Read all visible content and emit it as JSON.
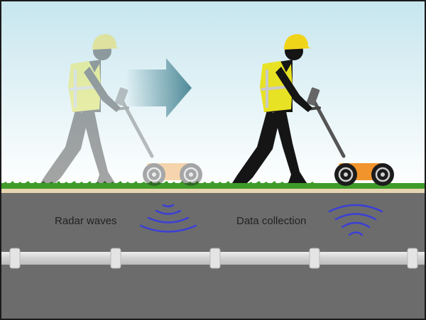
{
  "labels": {
    "radar_waves": "Radar waves",
    "data_collection": "Data collection"
  },
  "colors": {
    "sky_top": "#c7e6ee",
    "sky_bottom": "#ffffff",
    "grass": "#3f9b2a",
    "soil_strip": "#e6d5b0",
    "ground": "#6c6c6c",
    "pipe": "#d3d3d3",
    "pipe_joint": "#e4e4e4",
    "wave": "#3b3fd6",
    "vest": "#e8e224",
    "helmet": "#f0d41a",
    "gpr_body": "#f0942b",
    "arrow": "#4f8a98"
  },
  "icons": {
    "figure_before": "worker-with-gpr-cart-faded",
    "figure_after": "worker-with-gpr-cart",
    "motion_arrow": "right-arrow-icon",
    "wave_left": "radar-wave-icon",
    "wave_right": "data-wave-icon",
    "pipe": "underground-pipe"
  }
}
